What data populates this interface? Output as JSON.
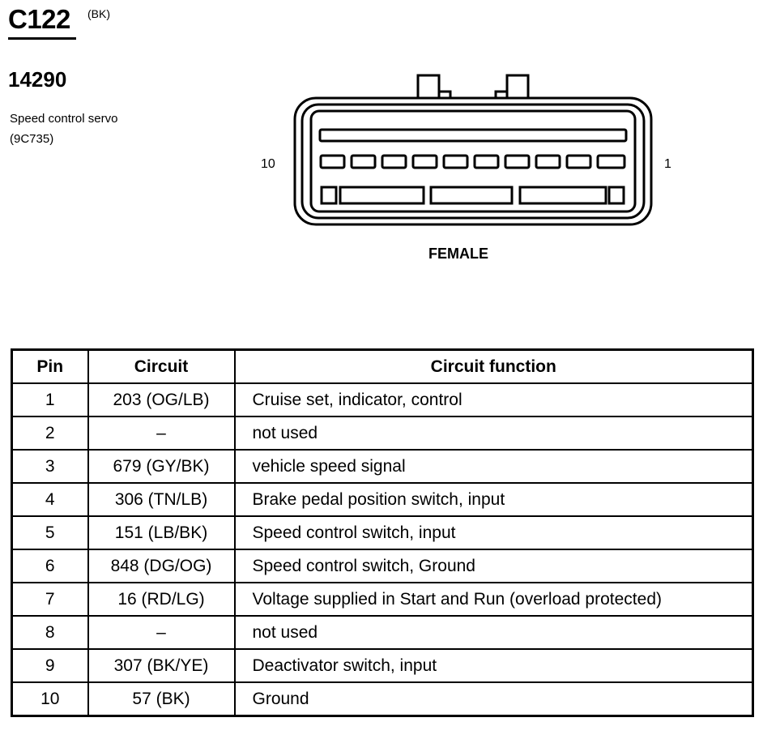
{
  "connector": {
    "id": "C122",
    "color": "(BK)",
    "part_number": "14290",
    "component_name": "Speed control servo",
    "component_code": "(9C735)",
    "pin_label_left": "10",
    "pin_label_right": "1",
    "gender": "FEMALE"
  },
  "table": {
    "headers": [
      "Pin",
      "Circuit",
      "Circuit function"
    ],
    "rows": [
      {
        "pin": "1",
        "circuit": "203 (OG/LB)",
        "function": "Cruise set, indicator, control"
      },
      {
        "pin": "2",
        "circuit": "–",
        "function": "not used"
      },
      {
        "pin": "3",
        "circuit": "679 (GY/BK)",
        "function": "vehicle speed signal"
      },
      {
        "pin": "4",
        "circuit": "306 (TN/LB)",
        "function": "Brake pedal position switch, input"
      },
      {
        "pin": "5",
        "circuit": "151 (LB/BK)",
        "function": "Speed control switch, input"
      },
      {
        "pin": "6",
        "circuit": "848 (DG/OG)",
        "function": "Speed control switch, Ground"
      },
      {
        "pin": "7",
        "circuit": "16 (RD/LG)",
        "function": "Voltage supplied in Start and Run (overload protected)"
      },
      {
        "pin": "8",
        "circuit": "–",
        "function": "not used"
      },
      {
        "pin": "9",
        "circuit": "307 (BK/YE)",
        "function": "Deactivator switch, input"
      },
      {
        "pin": "10",
        "circuit": "57 (BK)",
        "function": "Ground"
      }
    ]
  }
}
